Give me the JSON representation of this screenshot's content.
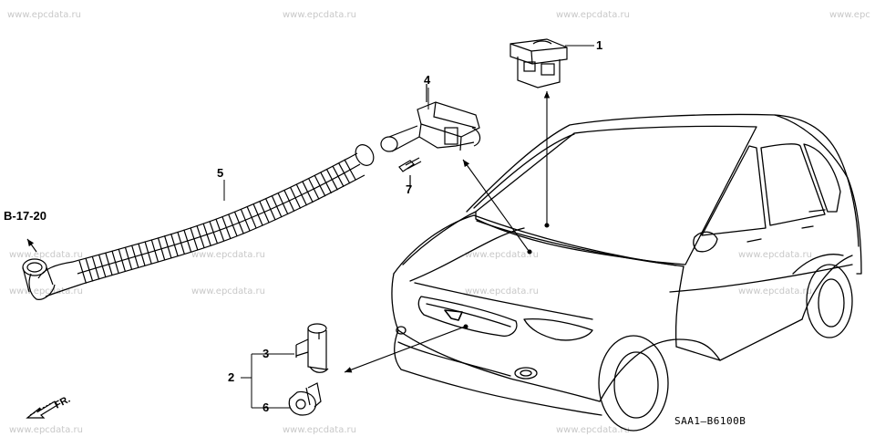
{
  "watermarks": [
    "www.epcdata.ru",
    "www.epcdata.ru",
    "www.epcdata.ru",
    "www.epc",
    "www.epcdata.ru",
    "www.epcdata.ru",
    "www.epcdata.ru",
    "www.epcdata.ru",
    "www.epcdata.ru",
    "www.epcdata.ru",
    "www.epcdata.ru",
    "www.epcdata.ru",
    "www.epcdata.ru",
    "www.epcdata.ru",
    "www.epcdata.ru"
  ],
  "callouts": {
    "p1": "1",
    "p2": "2",
    "p3": "3",
    "p4": "4",
    "p5": "5",
    "p6": "6",
    "p7": "7"
  },
  "reference": "B-17-20",
  "front_label": "FR.",
  "diagram_code": "SAA1—B6100B",
  "colors": {
    "line": "#000000",
    "watermark": "#c8c8c8",
    "background": "#ffffff"
  }
}
